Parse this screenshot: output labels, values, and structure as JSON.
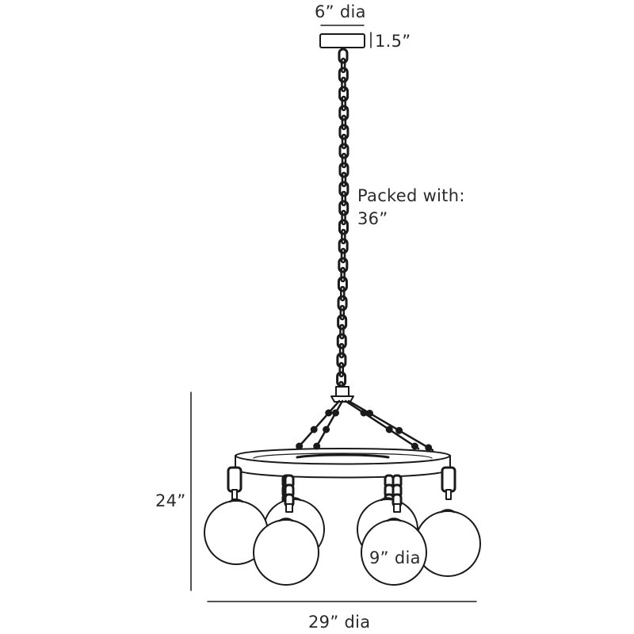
{
  "dimensions": {
    "canopy_diameter": "6” dia",
    "canopy_height": "1.5”",
    "chain_note": "Packed with:",
    "chain_length": "36”",
    "overall_height": "24”",
    "globe_diameter": "9” dia",
    "overall_diameter": "29” dia"
  },
  "colors": {
    "line": "#1a1a1a",
    "text": "#2b2b2b",
    "background": "#ffffff"
  }
}
